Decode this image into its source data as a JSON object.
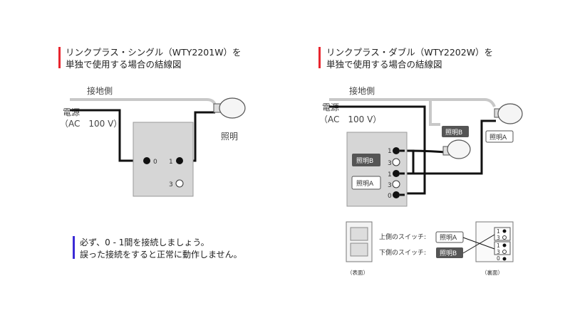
{
  "single": {
    "title_line1": "リンクプラス・シングル（WTY2201W）を",
    "title_line2": "単独で使用する場合の結線図",
    "ground_label": "接地側",
    "power_label": "電源",
    "power_spec": "（AC　100 V）",
    "lamp_label": "照明",
    "terminals": [
      "0",
      "1",
      "3"
    ],
    "accent_color": "#e8262f"
  },
  "double": {
    "title_line1": "リンクプラス・ダブル（WTY2202W）を",
    "title_line2": "単独で使用する場合の結線図",
    "ground_label": "接地側",
    "power_label": "電源",
    "power_spec": "（AC　100 V）",
    "lamp_b_label": "照明B",
    "lamp_a_label": "照明A",
    "device_label_b": "照明B",
    "device_label_a": "照明A",
    "terminals": [
      "1",
      "3",
      "1",
      "3",
      "0"
    ],
    "accent_color": "#e8262f"
  },
  "panel": {
    "upper_switch_label": "上側のスイッチ:",
    "upper_switch_value": "照明A",
    "lower_switch_label": "下側のスイッチ:",
    "lower_switch_value": "照明B",
    "front_caption": "（表面）",
    "back_caption": "（裏面）",
    "back_terminals": [
      "1",
      "3",
      "1",
      "3",
      "0"
    ]
  },
  "note": {
    "line1": "必ず、0 - 1間を接続しましょう。",
    "line2": "誤った接続をすると正常に動作しません。",
    "accent_color": "#3b2bd6"
  }
}
